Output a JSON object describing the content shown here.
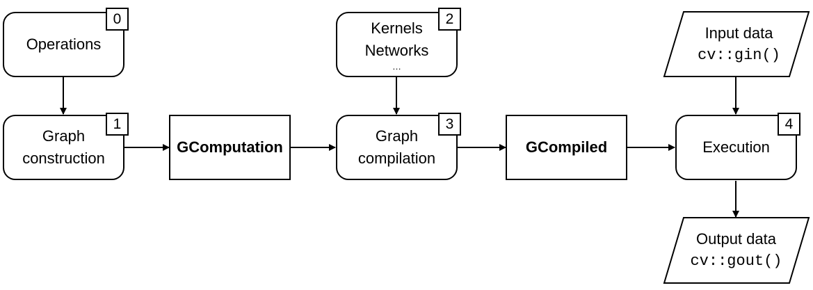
{
  "nodes": {
    "operations": {
      "lines": [
        "Operations"
      ],
      "badge": "0"
    },
    "graph_construction": {
      "lines": [
        "Graph",
        "construction"
      ],
      "badge": "1"
    },
    "gcomputation": {
      "lines": [
        "GComputation"
      ]
    },
    "kernels": {
      "lines": [
        "Kernels",
        "Networks"
      ],
      "ellipsis": "…",
      "badge": "2"
    },
    "graph_compilation": {
      "lines": [
        "Graph",
        "compilation"
      ],
      "badge": "3"
    },
    "gcompiled": {
      "lines": [
        "GCompiled"
      ]
    },
    "execution": {
      "lines": [
        "Execution"
      ],
      "badge": "4"
    },
    "input_data": {
      "title": "Input data",
      "code": "cv::gin()"
    },
    "output_data": {
      "title": "Output data",
      "code": "cv::gout()"
    }
  }
}
